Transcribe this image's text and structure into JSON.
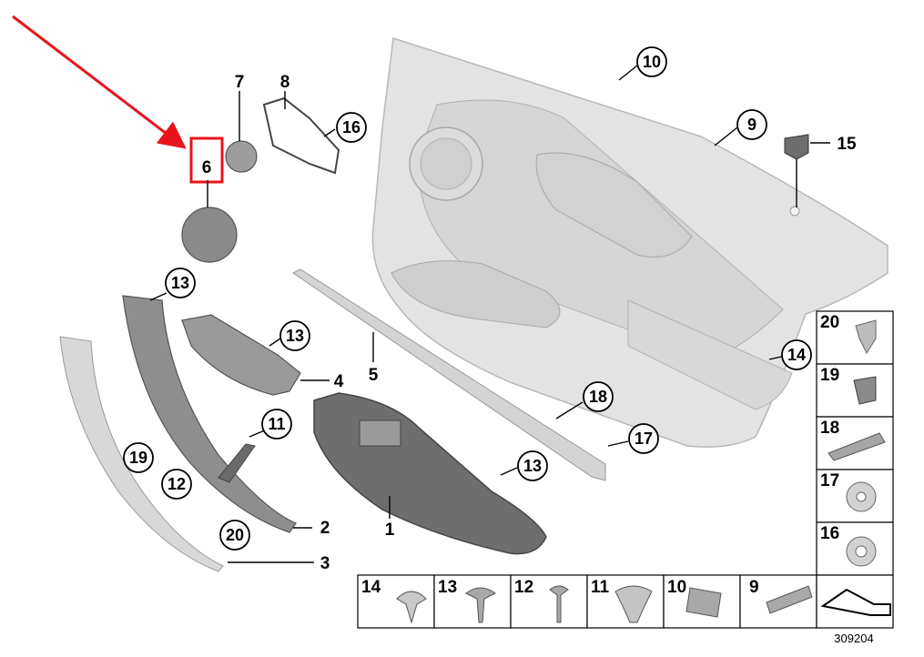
{
  "diagram": {
    "callouts": {
      "c10": "10",
      "c9": "9",
      "c16": "16",
      "c13a": "13",
      "c13b": "13",
      "c11": "11",
      "c12": "12",
      "c19": "19",
      "c20": "20",
      "c14": "14",
      "c18": "18",
      "c17": "17",
      "c13c": "13"
    },
    "plain_labels": {
      "p7": "7",
      "p8": "8",
      "p6": "6",
      "p15": "15",
      "p4": "4",
      "p5": "5",
      "p2": "2",
      "p3": "3",
      "p1": "1"
    },
    "side_panel": [
      "20",
      "19",
      "18",
      "17",
      "16"
    ],
    "bottom_panel": [
      "14",
      "13",
      "12",
      "11",
      "10",
      "9"
    ],
    "diagram_number": "309204",
    "highlight_color": "#e8141c"
  }
}
